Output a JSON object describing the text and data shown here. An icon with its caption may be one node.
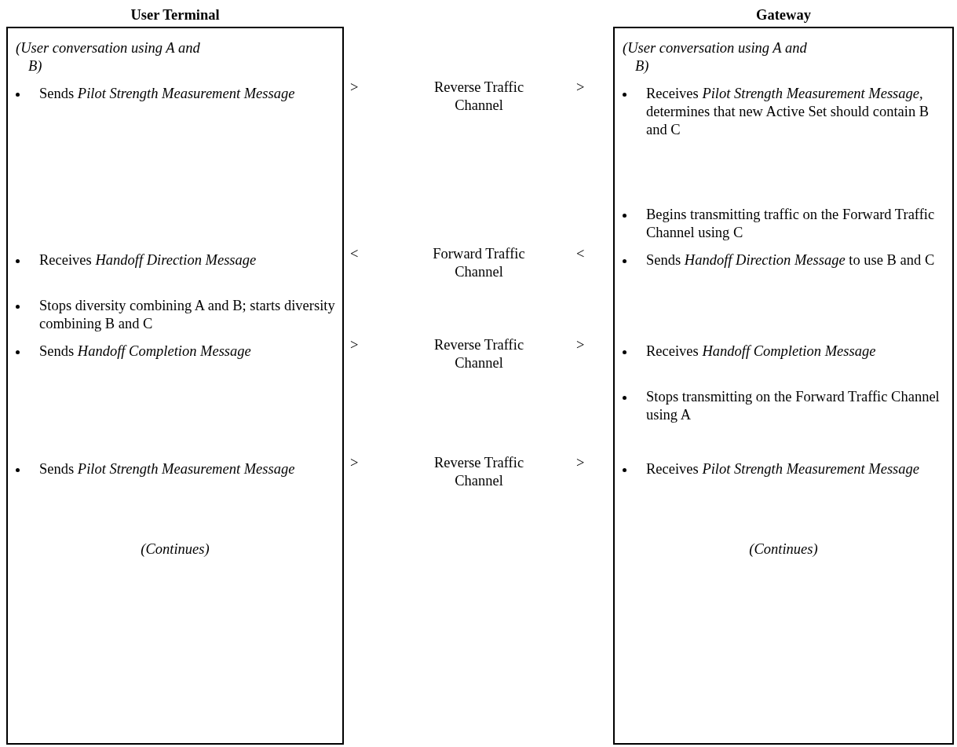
{
  "diagram": {
    "nodes": [
      {
        "text": [
          "User Terminal",
          "(User conversation using A and B)",
          "Sends *Pilot Strength Measurement Message*",
          "Receives *Handoff Direction Message*",
          "Stops diversity combining A and B; starts diversity combining B and C",
          "Sends *Handoff Completion Message*",
          "Sends *Pilot Strength Measurement Message*",
          "(Continues)"
        ]
      },
      {
        "text": [
          "Gateway",
          "(User conversation using A and B)",
          "Receives *Pilot Strength Measurement Message,* determines that new Active Set should contain B and C",
          "Begins transmitting traffic on the Forward Traffic Channel using C",
          "Sends *Handoff Direction Message* to use B and C",
          "Receives *Handoff Completion Message*",
          "Stops transmitting on the Forward Traffic Channel using A",
          "Receives *Pilot Strength Measurement Message*",
          "(Continues)"
        ]
      }
    ],
    "labels": [
      ">",
      "Reverse Traffic Channel",
      ">",
      "<",
      "Forward Traffic Channel",
      "<",
      ">",
      "Reverse Traffic Channel",
      ">",
      ">",
      "Reverse Traffic Channel",
      ">"
    ]
  }
}
